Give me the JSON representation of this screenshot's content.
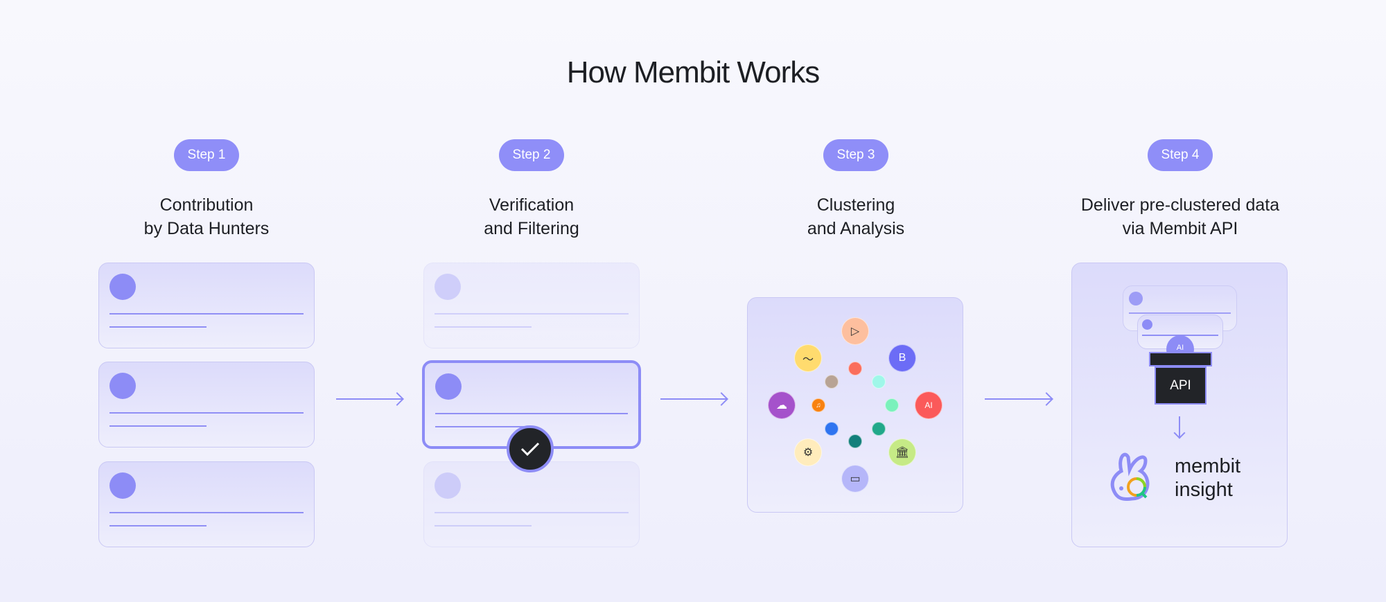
{
  "title": "How Membit Works",
  "steps": [
    {
      "badge": "Step 1",
      "title1": "Contribution",
      "title2": "by Data Hunters"
    },
    {
      "badge": "Step 2",
      "title1": "Verification",
      "title2": "and Filtering"
    },
    {
      "badge": "Step 3",
      "title1": "Clustering",
      "title2": "and Analysis"
    },
    {
      "badge": "Step 4",
      "title1": "Deliver pre-clustered data",
      "title2": "via Membit API"
    }
  ],
  "api_label": "API",
  "ai_chip_label": "AI",
  "logo": {
    "line1": "membit",
    "line2": "insight"
  },
  "colors": {
    "accent": "#8f8ef8",
    "dark": "#222428"
  }
}
